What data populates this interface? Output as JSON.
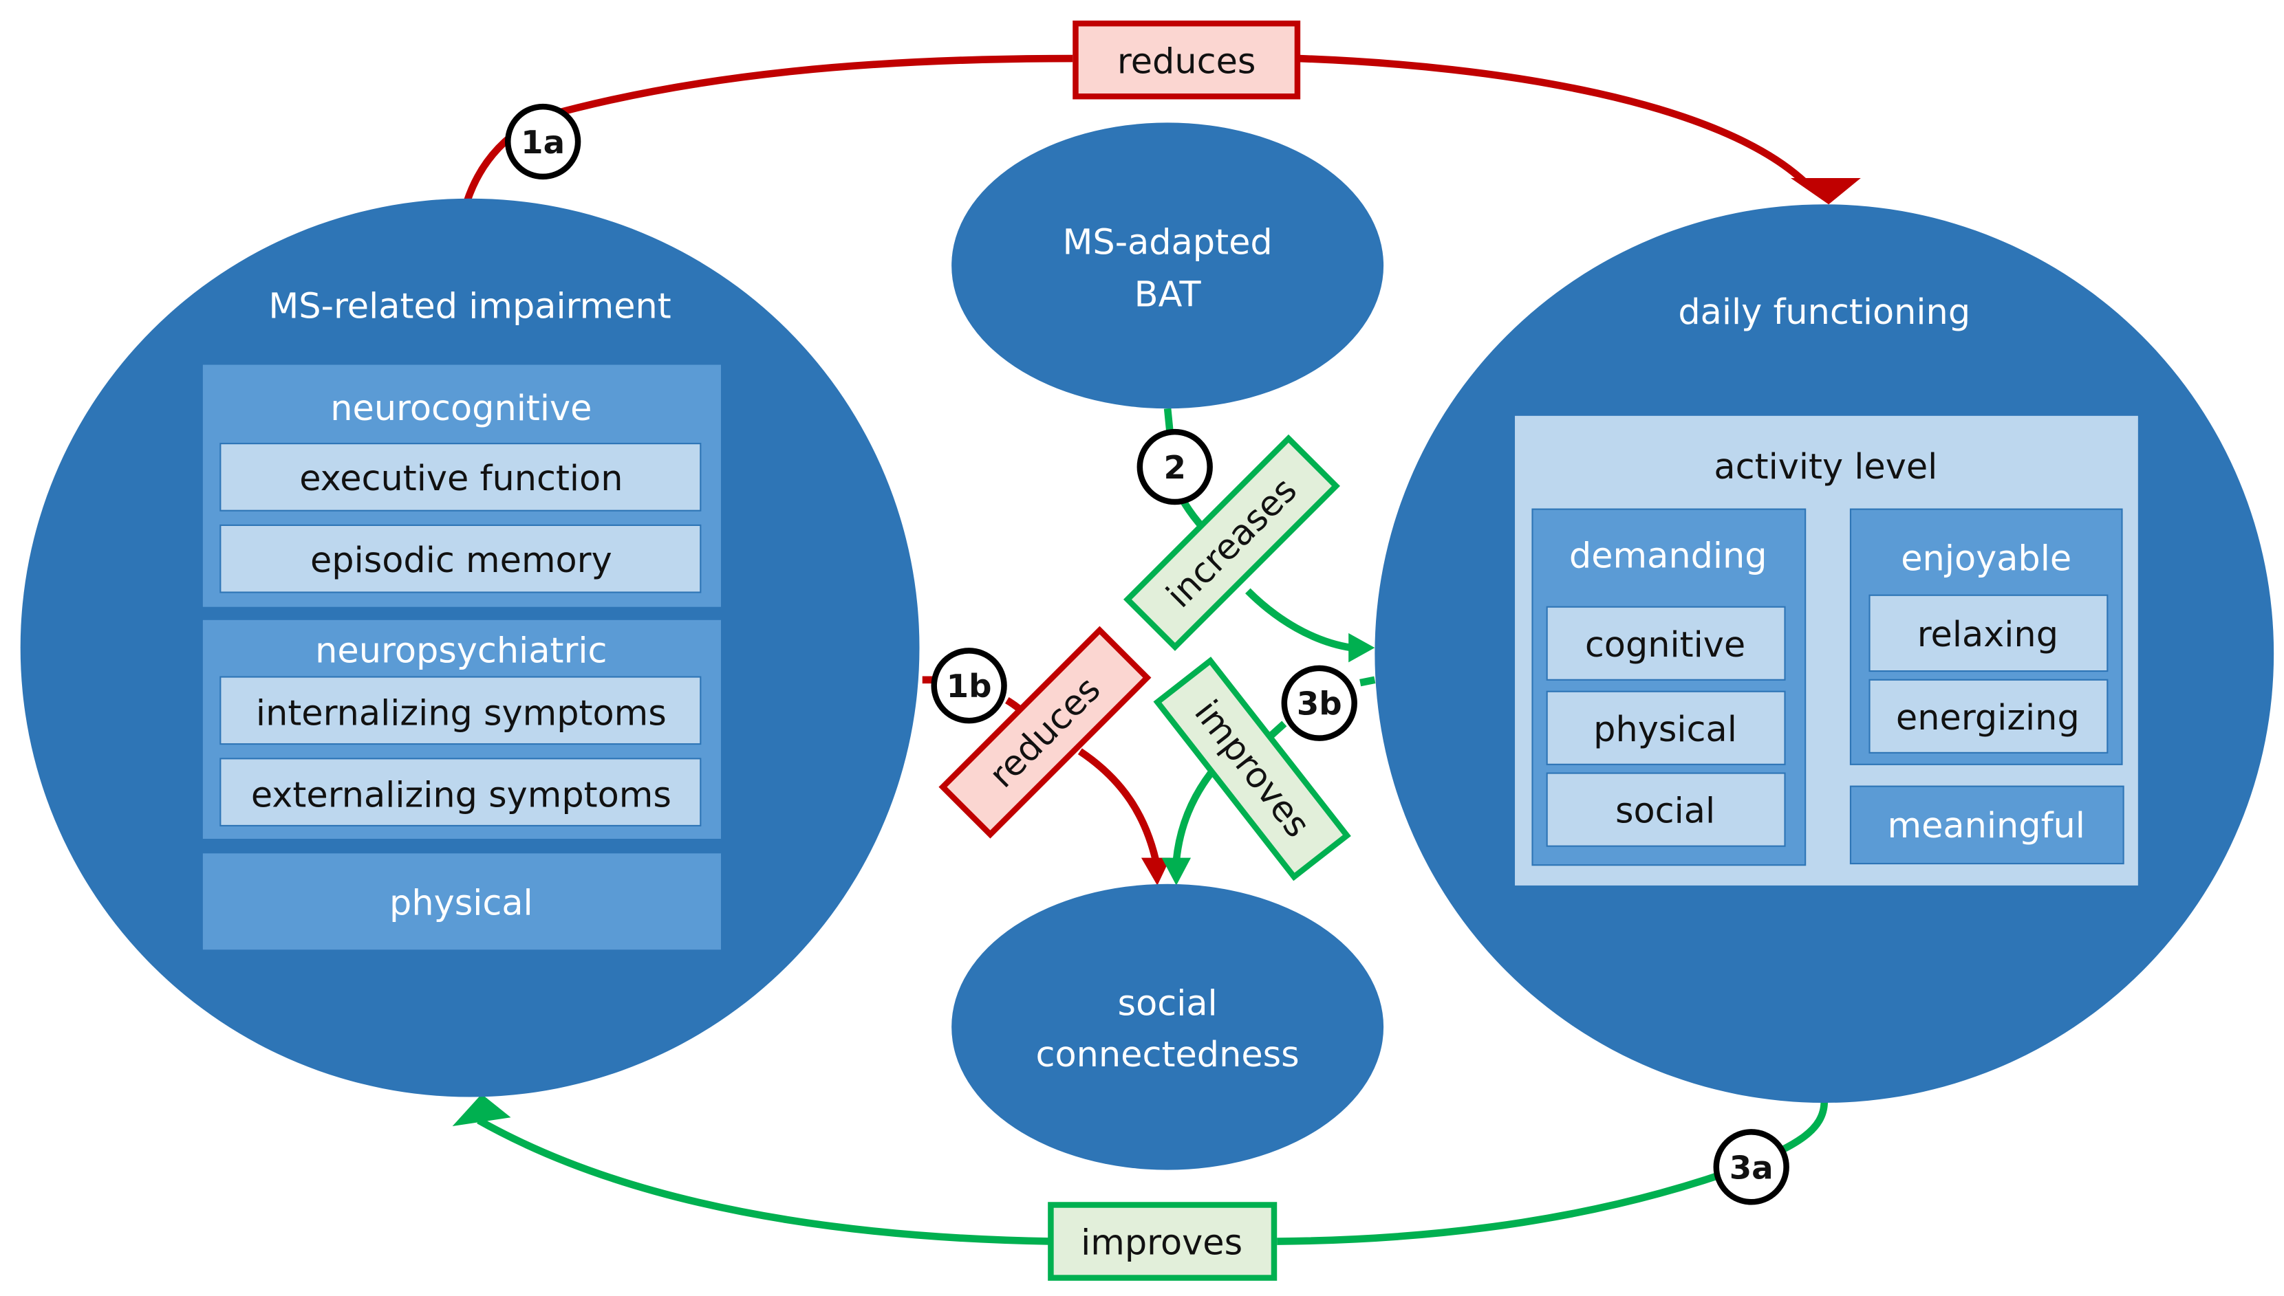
{
  "colors": {
    "circle_blue": "#2e75b6",
    "mid_blue": "#5b9bd5",
    "light_blue": "#bdd7ee",
    "red_line": "#c00000",
    "red_fill": "#fbd6d1",
    "green_line": "#00b050",
    "green_fill": "#e2efda"
  },
  "nodes": {
    "impairment": {
      "title": "MS-related impairment",
      "neurocognitive": {
        "heading": "neurocognitive",
        "items": [
          "executive function",
          "episodic memory"
        ]
      },
      "neuropsychiatric": {
        "heading": "neuropsychiatric",
        "items": [
          "internalizing symptoms",
          "externalizing symptoms"
        ]
      },
      "physical": "physical"
    },
    "bat": {
      "line1": "MS-adapted",
      "line2": "BAT"
    },
    "social": {
      "line1": "social",
      "line2": "connectedness"
    },
    "functioning": {
      "title": "daily functioning",
      "activity": {
        "heading": "activity level",
        "demanding": {
          "heading": "demanding",
          "items": [
            "cognitive",
            "physical",
            "social"
          ]
        },
        "enjoyable": {
          "heading": "enjoyable",
          "items": [
            "relaxing",
            "energizing"
          ]
        },
        "meaningful": "meaningful"
      }
    }
  },
  "relations": {
    "r1a": {
      "badge": "1a",
      "label": "reduces"
    },
    "r1b": {
      "badge": "1b",
      "label": "reduces"
    },
    "r2": {
      "badge": "2",
      "label": "increases"
    },
    "r3a": {
      "badge": "3a",
      "label": "improves"
    },
    "r3b": {
      "badge": "3b",
      "label": "improves"
    }
  }
}
